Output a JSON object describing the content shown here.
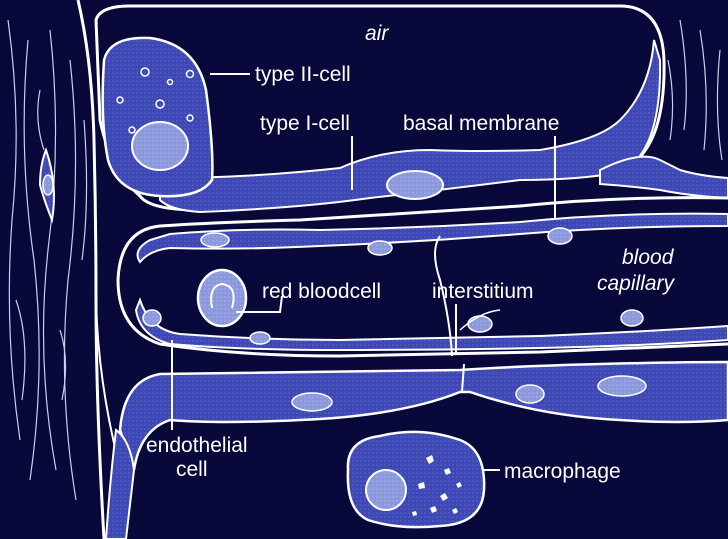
{
  "colors": {
    "background": "#08083a",
    "tissue": "#3e48b4",
    "nucleus": "#8c98dc",
    "outline": "#ffffff"
  },
  "labels": {
    "air": "air",
    "type_ii_cell": "type II-cell",
    "type_i_cell": "type I-cell",
    "basal_membrane": "basal membrane",
    "blood_capillary_line1": "blood",
    "blood_capillary_line2": "capillary",
    "red_bloodcell": "red bloodcell",
    "interstitium": "interstitium",
    "endothelial_cell_line1": "endothelial",
    "endothelial_cell_line2": "cell",
    "macrophage": "macrophage"
  }
}
